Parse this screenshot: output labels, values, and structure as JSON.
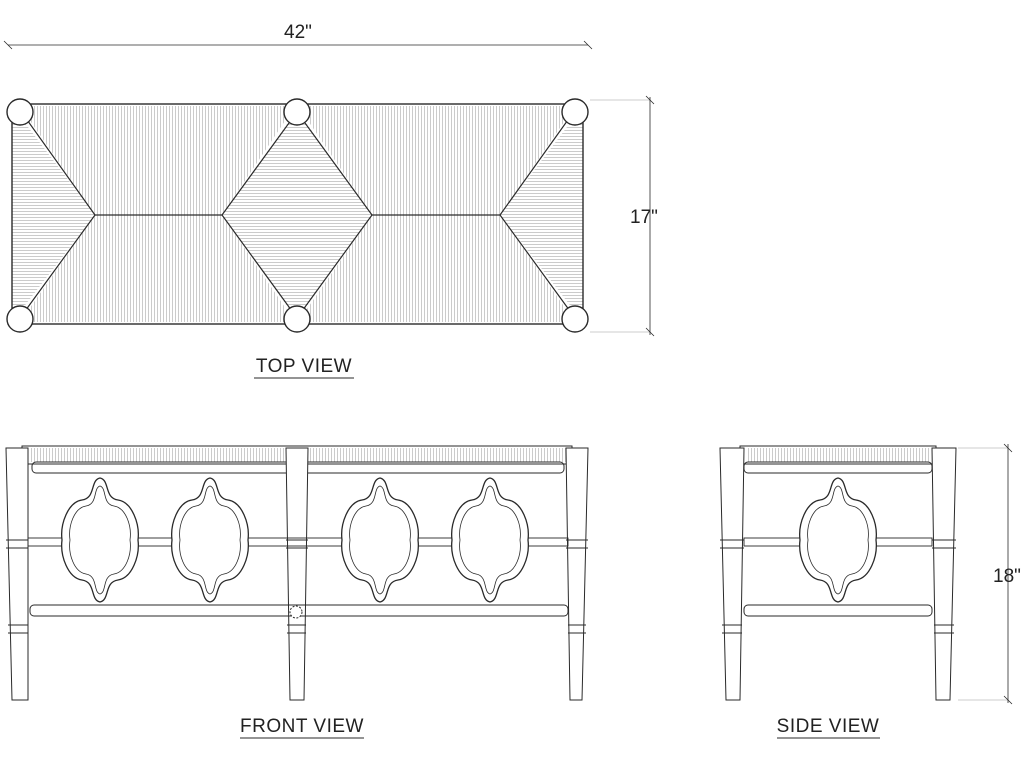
{
  "dimensions": {
    "width": "42\"",
    "depth": "17\"",
    "height": "18\""
  },
  "views": {
    "top": "TOP  VIEW",
    "front": "FRONT  VIEW",
    "side": "SIDE  VIEW"
  }
}
